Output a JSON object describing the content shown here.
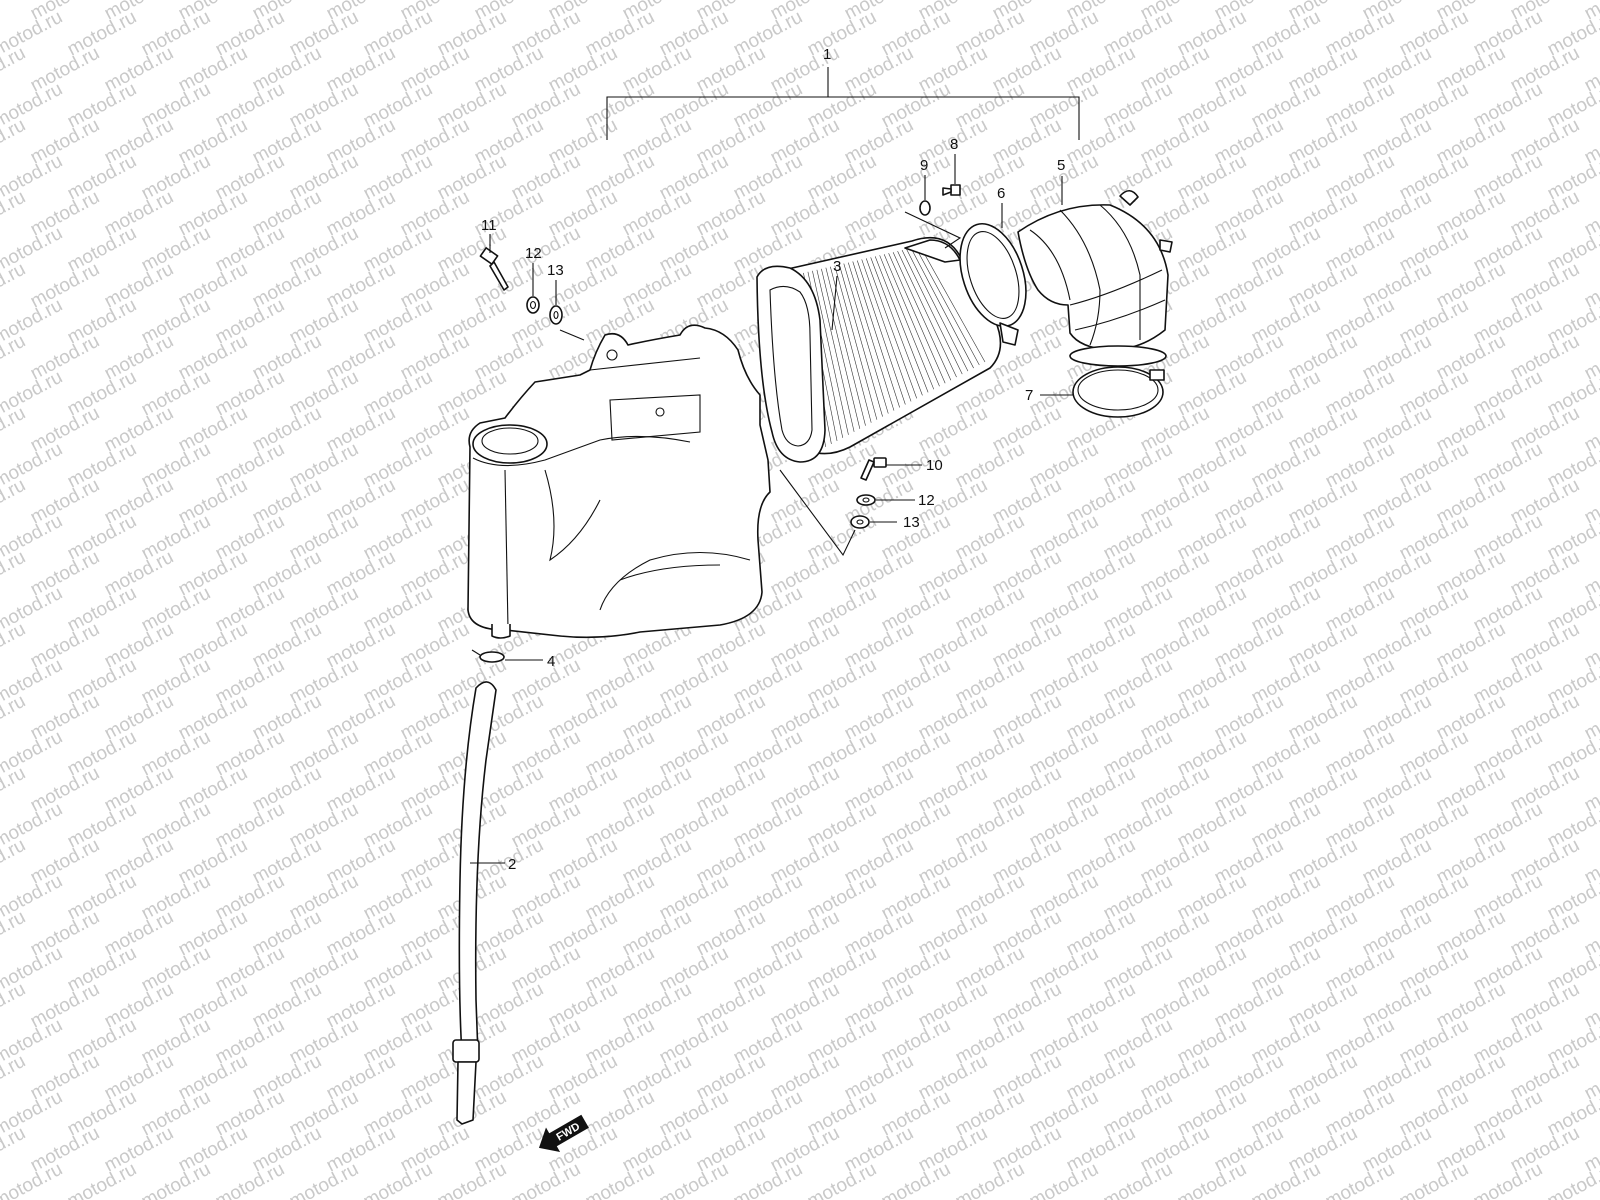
{
  "watermark": {
    "text": "motod.ru",
    "color": "#c9c9c9"
  },
  "callouts": {
    "c1": "1",
    "c2": "2",
    "c3": "3",
    "c4": "4",
    "c5": "5",
    "c6": "6",
    "c7": "7",
    "c8": "8",
    "c9": "9",
    "c10": "10",
    "c11": "11",
    "c12a": "12",
    "c12b": "12",
    "c13a": "13",
    "c13b": "13"
  },
  "fwd": {
    "label": "FWD",
    "icon": "fwd-arrow-icon"
  }
}
